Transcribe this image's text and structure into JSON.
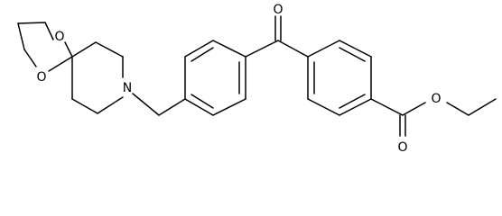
{
  "molecule": {
    "atoms": {
      "o_spiro_top": "O",
      "o_spiro_bottom": "O",
      "n_piperidine": "N",
      "o_ketone": "O",
      "o_ester_carbonyl": "O",
      "o_ester_ether": "O"
    },
    "colors": {
      "bond": "#000000",
      "label": "#000000",
      "background": "#ffffff"
    }
  }
}
